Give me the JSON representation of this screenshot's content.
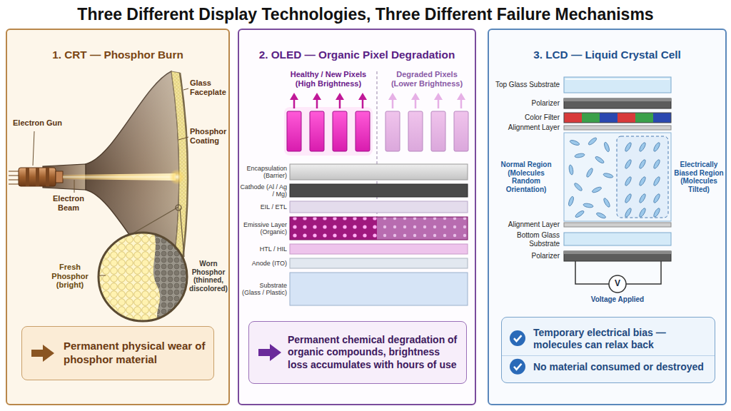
{
  "diagram": {
    "title": "Three Different Display Technologies, Three Different Failure Mechanisms",
    "nodes": [
      {
        "text": [
          "1. CRT — Phosphor Burn"
        ]
      },
      {
        "text": [
          "Permanent physical wear of phosphor material"
        ],
        "in": 0
      },
      {
        "text": [
          "2. OLED — Organic Pixel Degradation"
        ]
      },
      {
        "text": [
          "Permanent chemical degradation of organic compounds, brightness loss accumulates with hours of use"
        ],
        "in": 2
      },
      {
        "text": [
          "3. LCD — Liquid Crystal Cell"
        ]
      },
      {
        "text": [
          "Temporary electrical bias — molecules can relax back",
          "No material consumed or destroyed"
        ],
        "in": 4
      }
    ],
    "labels": [
      "Electron Gun",
      "Glass Faceplate",
      "Phosphor Coating",
      "Electron Beam",
      "Fresh Phosphor (bright)",
      "Worn Phosphor (thinned, discolored)",
      "Healthy / New Pixels (High Brightness)",
      "Degraded Pixels (Lower Brightness)",
      "Encapsulation (Barrier)",
      "Cathode (Al / Ag / Mg)",
      "EIL / ETL",
      "Emissive Layer (Organic)",
      "HTL / HIL",
      "Anode (ITO)",
      "Substrate (Glass / Plastic)",
      "Top Glass Substrate",
      "Polarizer",
      "Color Filter",
      "Alignment Layer",
      "Normal Region (Molecules Random Orientation)",
      "Electrically Biased Region (Molecules Tilted)",
      "Alignment Layer",
      "Bottom Glass Substrate",
      "Polarizer",
      "V",
      "Voltage Applied"
    ]
  }
}
